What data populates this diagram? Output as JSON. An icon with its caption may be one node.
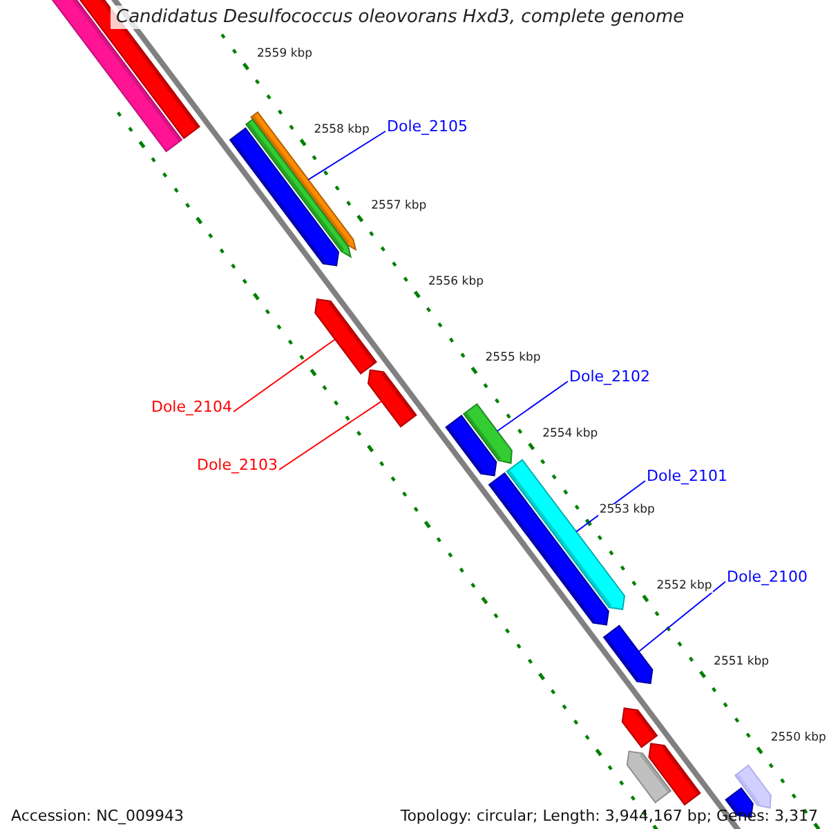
{
  "diagram": {
    "title": "Candidatus Desulfococcus oleovorans Hxd3, complete genome",
    "nodes": [
      {
        "text": [
          "Dole_2105"
        ]
      },
      {
        "text": [],
        "shape": "bar"
      },
      {
        "text": [
          "Dole_2102"
        ]
      },
      {
        "text": [],
        "shape": "bar"
      },
      {
        "text": [
          "Dole_2104"
        ]
      },
      {
        "text": [],
        "shape": "bar"
      },
      {
        "text": [
          "Dole_2103"
        ]
      },
      {
        "text": [],
        "shape": "bar"
      },
      {
        "text": [
          "Dole_2101"
        ]
      },
      {
        "text": [],
        "shape": "bar"
      },
      {
        "text": [
          "Dole_2100"
        ]
      },
      {
        "text": [],
        "shape": "bar"
      },
      {
        "text": [],
        "shape": "bar"
      },
      {
        "text": [],
        "shape": "bar"
      },
      {
        "text": [],
        "shape": "bar"
      },
      {
        "text": [],
        "shape": "bar"
      },
      {
        "text": [],
        "shape": "bar"
      },
      {
        "text": [],
        "shape": "bar"
      },
      {
        "text": [],
        "shape": "bar"
      },
      {
        "text": [],
        "shape": "bar"
      },
      {
        "text": [],
        "shape": "bar"
      },
      {
        "text": [],
        "shape": "bar"
      },
      {
        "text": [],
        "shape": "bar"
      }
    ],
    "edges": [
      {
        "from": 0,
        "to": 1,
        "arrow": "none"
      },
      {
        "from": 2,
        "to": 3,
        "arrow": "none"
      },
      {
        "from": 4,
        "to": 5,
        "arrow": "none",
        "color": "#ff0000"
      },
      {
        "from": 6,
        "to": 7,
        "arrow": "none",
        "color": "#ff0000"
      },
      {
        "from": 8,
        "to": 9,
        "arrow": "none"
      },
      {
        "from": 10,
        "to": 11,
        "arrow": "none"
      }
    ],
    "labels": [
      "2559 kbp",
      "2558 kbp",
      "2557 kbp",
      "2556 kbp",
      "2555 kbp",
      "2554 kbp",
      "2553 kbp",
      "2552 kbp",
      "2551 kbp",
      "2550 kbp",
      "Accession: NC_009943",
      "Topology: circular; Length: 3,944,167 bp; Genes: 3,317"
    ]
  }
}
